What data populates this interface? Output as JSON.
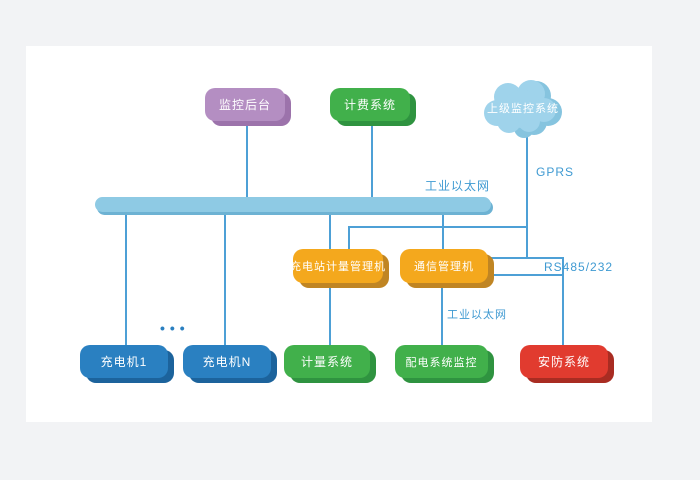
{
  "colors": {
    "background": "#f2f3f5",
    "canvas": "#ffffff",
    "connector_line": "#4da0d6",
    "edge_label_text": "#3f9ad2",
    "purple_node": "#b48ec2",
    "green_node": "#41b04b",
    "orange_node": "#f4a81d",
    "blue_node": "#2a80c1",
    "red_node": "#e13b2f",
    "bus_bar": "#8ecae4",
    "cloud": "#9fd3eb"
  },
  "nodes": {
    "monitor_backend": "监控后台",
    "billing_system": "计费系统",
    "upper_monitoring_system": "上级监控系统",
    "charging_station_metering_manager": "充电站计量管理机",
    "communication_manager": "通信管理机",
    "charger_1": "充电机1",
    "charger_n": "充电机N",
    "metering_system": "计量系统",
    "distribution_monitoring": "配电系统监控",
    "security_system": "安防系统"
  },
  "edge_labels": {
    "industrial_ethernet_bus": "工业以太网",
    "gprs": "GPRS",
    "rs485_232": "RS485/232",
    "industrial_ethernet_link": "工业以太网",
    "ellipsis_dots": "•••"
  }
}
